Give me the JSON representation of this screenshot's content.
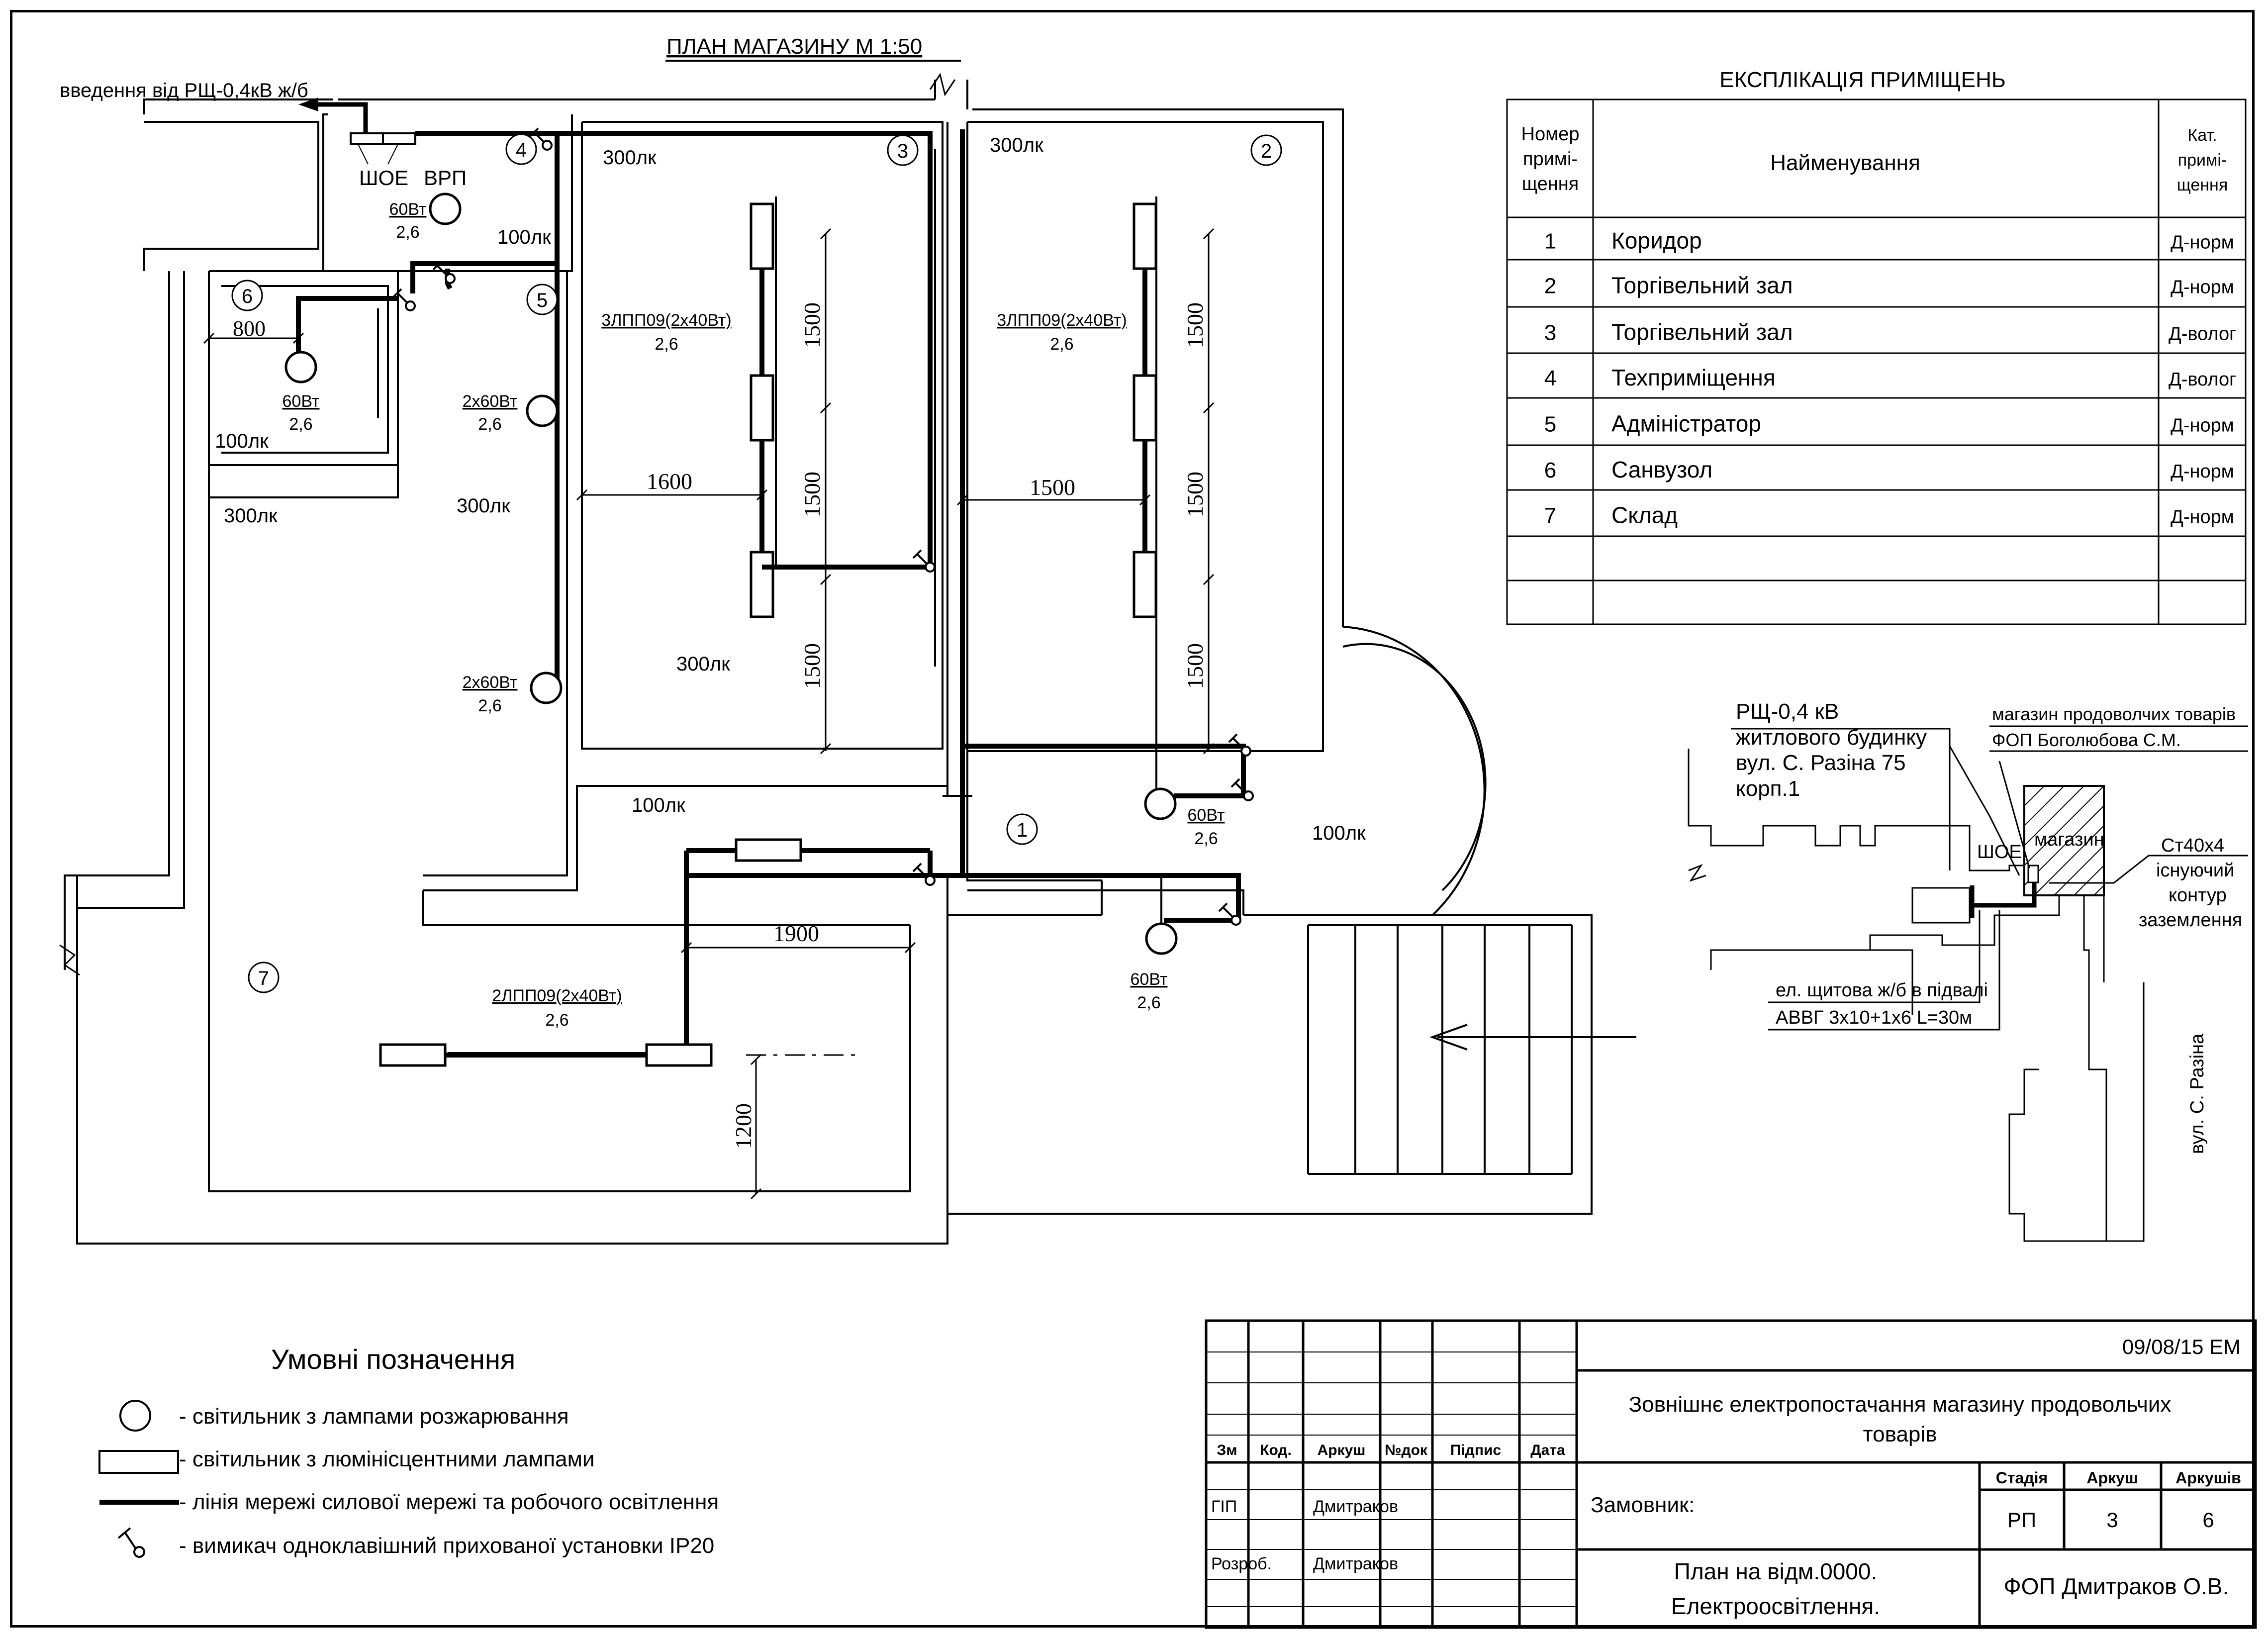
{
  "plan": {
    "title": "ПЛАН МАГАЗИНУ М 1:50",
    "input_label": "введення від РЩ-0,4кВ ж/б",
    "shoe": "ШОЕ",
    "vrp": "ВРП",
    "room_numbers": [
      "1",
      "2",
      "3",
      "4",
      "5",
      "6",
      "7"
    ],
    "lux": {
      "r4": "300лк",
      "r2": "300лк",
      "r4b": "100лк",
      "r6": "100лк",
      "r7a": "300лк",
      "r7b": "300лк",
      "r3": "300лк",
      "r1a": "100лк",
      "r1b": "100лк"
    },
    "fixtures": {
      "lamp60": "60Вт",
      "lamp2x60": "2х60Вт",
      "height": "2,6",
      "lpp3": "3ЛПП09(2х40Вт)",
      "lpp2": "2ЛПП09(2х40Вт)"
    },
    "dims": {
      "d800": "800",
      "d1600": "1600",
      "d1500": "1500",
      "d1900": "1900",
      "d1200": "1200"
    }
  },
  "explication": {
    "title": "ЕКСПЛІКАЦІЯ ПРИМІЩЕНЬ",
    "headers": [
      "Номер примі- щення",
      "Найменування",
      "Кат. примі- щення"
    ],
    "header_lines_1": [
      "Номер",
      "примі-",
      "щення"
    ],
    "header_lines_3": [
      "Кат.",
      "примі-",
      "щення"
    ],
    "rows": [
      {
        "num": "1",
        "name": "Коридор",
        "cat": "Д-норм"
      },
      {
        "num": "2",
        "name": "Торгівельний зал",
        "cat": "Д-норм"
      },
      {
        "num": "3",
        "name": "Торгівельний зал",
        "cat": "Д-волог"
      },
      {
        "num": "4",
        "name": "Техприміщення",
        "cat": "Д-волог"
      },
      {
        "num": "5",
        "name": "Адміністратор",
        "cat": "Д-норм"
      },
      {
        "num": "6",
        "name": "Санвузол",
        "cat": "Д-норм"
      },
      {
        "num": "7",
        "name": "Склад",
        "cat": "Д-норм"
      }
    ]
  },
  "situation": {
    "rsch_lines": [
      "РЩ-0,4 кВ",
      "житлового будинку",
      "вул. С. Разіна 75",
      "корп.1"
    ],
    "shop_owner": [
      "магазин продоволчих товарів",
      "ФОП Боголюбова С.М."
    ],
    "shoe": "ШОЕ",
    "shop": "магазин",
    "grounding": [
      "Ст40х4",
      "існуючий",
      "контур",
      "заземлення"
    ],
    "cable": [
      "ел. щитова ж/б в підвалі",
      "АВВГ 3х10+1х6 L=30м"
    ],
    "street": "вул. С. Разіна"
  },
  "legend": {
    "title": "Умовні позначення",
    "items": [
      "- світильник з лампами розжарювання",
      "- світильник з люмінісцентними лампами",
      "- лінія мережі силової мережі та робочого освітлення",
      "- вимикач одноклавішний прихованої установки IP20"
    ]
  },
  "stamp": {
    "date": "09/08/15 ЕМ",
    "project_line1": "Зовнішнє електропостачання магазину продовольчих",
    "project_line2": "товарів",
    "cols": [
      "Зм",
      "Код.",
      "Аркуш",
      "№док",
      "Підпис",
      "Дата"
    ],
    "gip": "ГІП",
    "gip_name": "Дмитраков",
    "razrob": "Розроб.",
    "razrob_name": "Дмитраков",
    "customer": "Замовник:",
    "sheet_title_1": "План на відм.0000.",
    "sheet_title_2": "Електроосвітлення.",
    "stage_h": "Стадія",
    "sheet_h": "Аркуш",
    "sheets_h": "Аркушів",
    "stage": "РП",
    "sheet": "3",
    "sheets": "6",
    "company": "ФОП Дмитраков О.В."
  }
}
